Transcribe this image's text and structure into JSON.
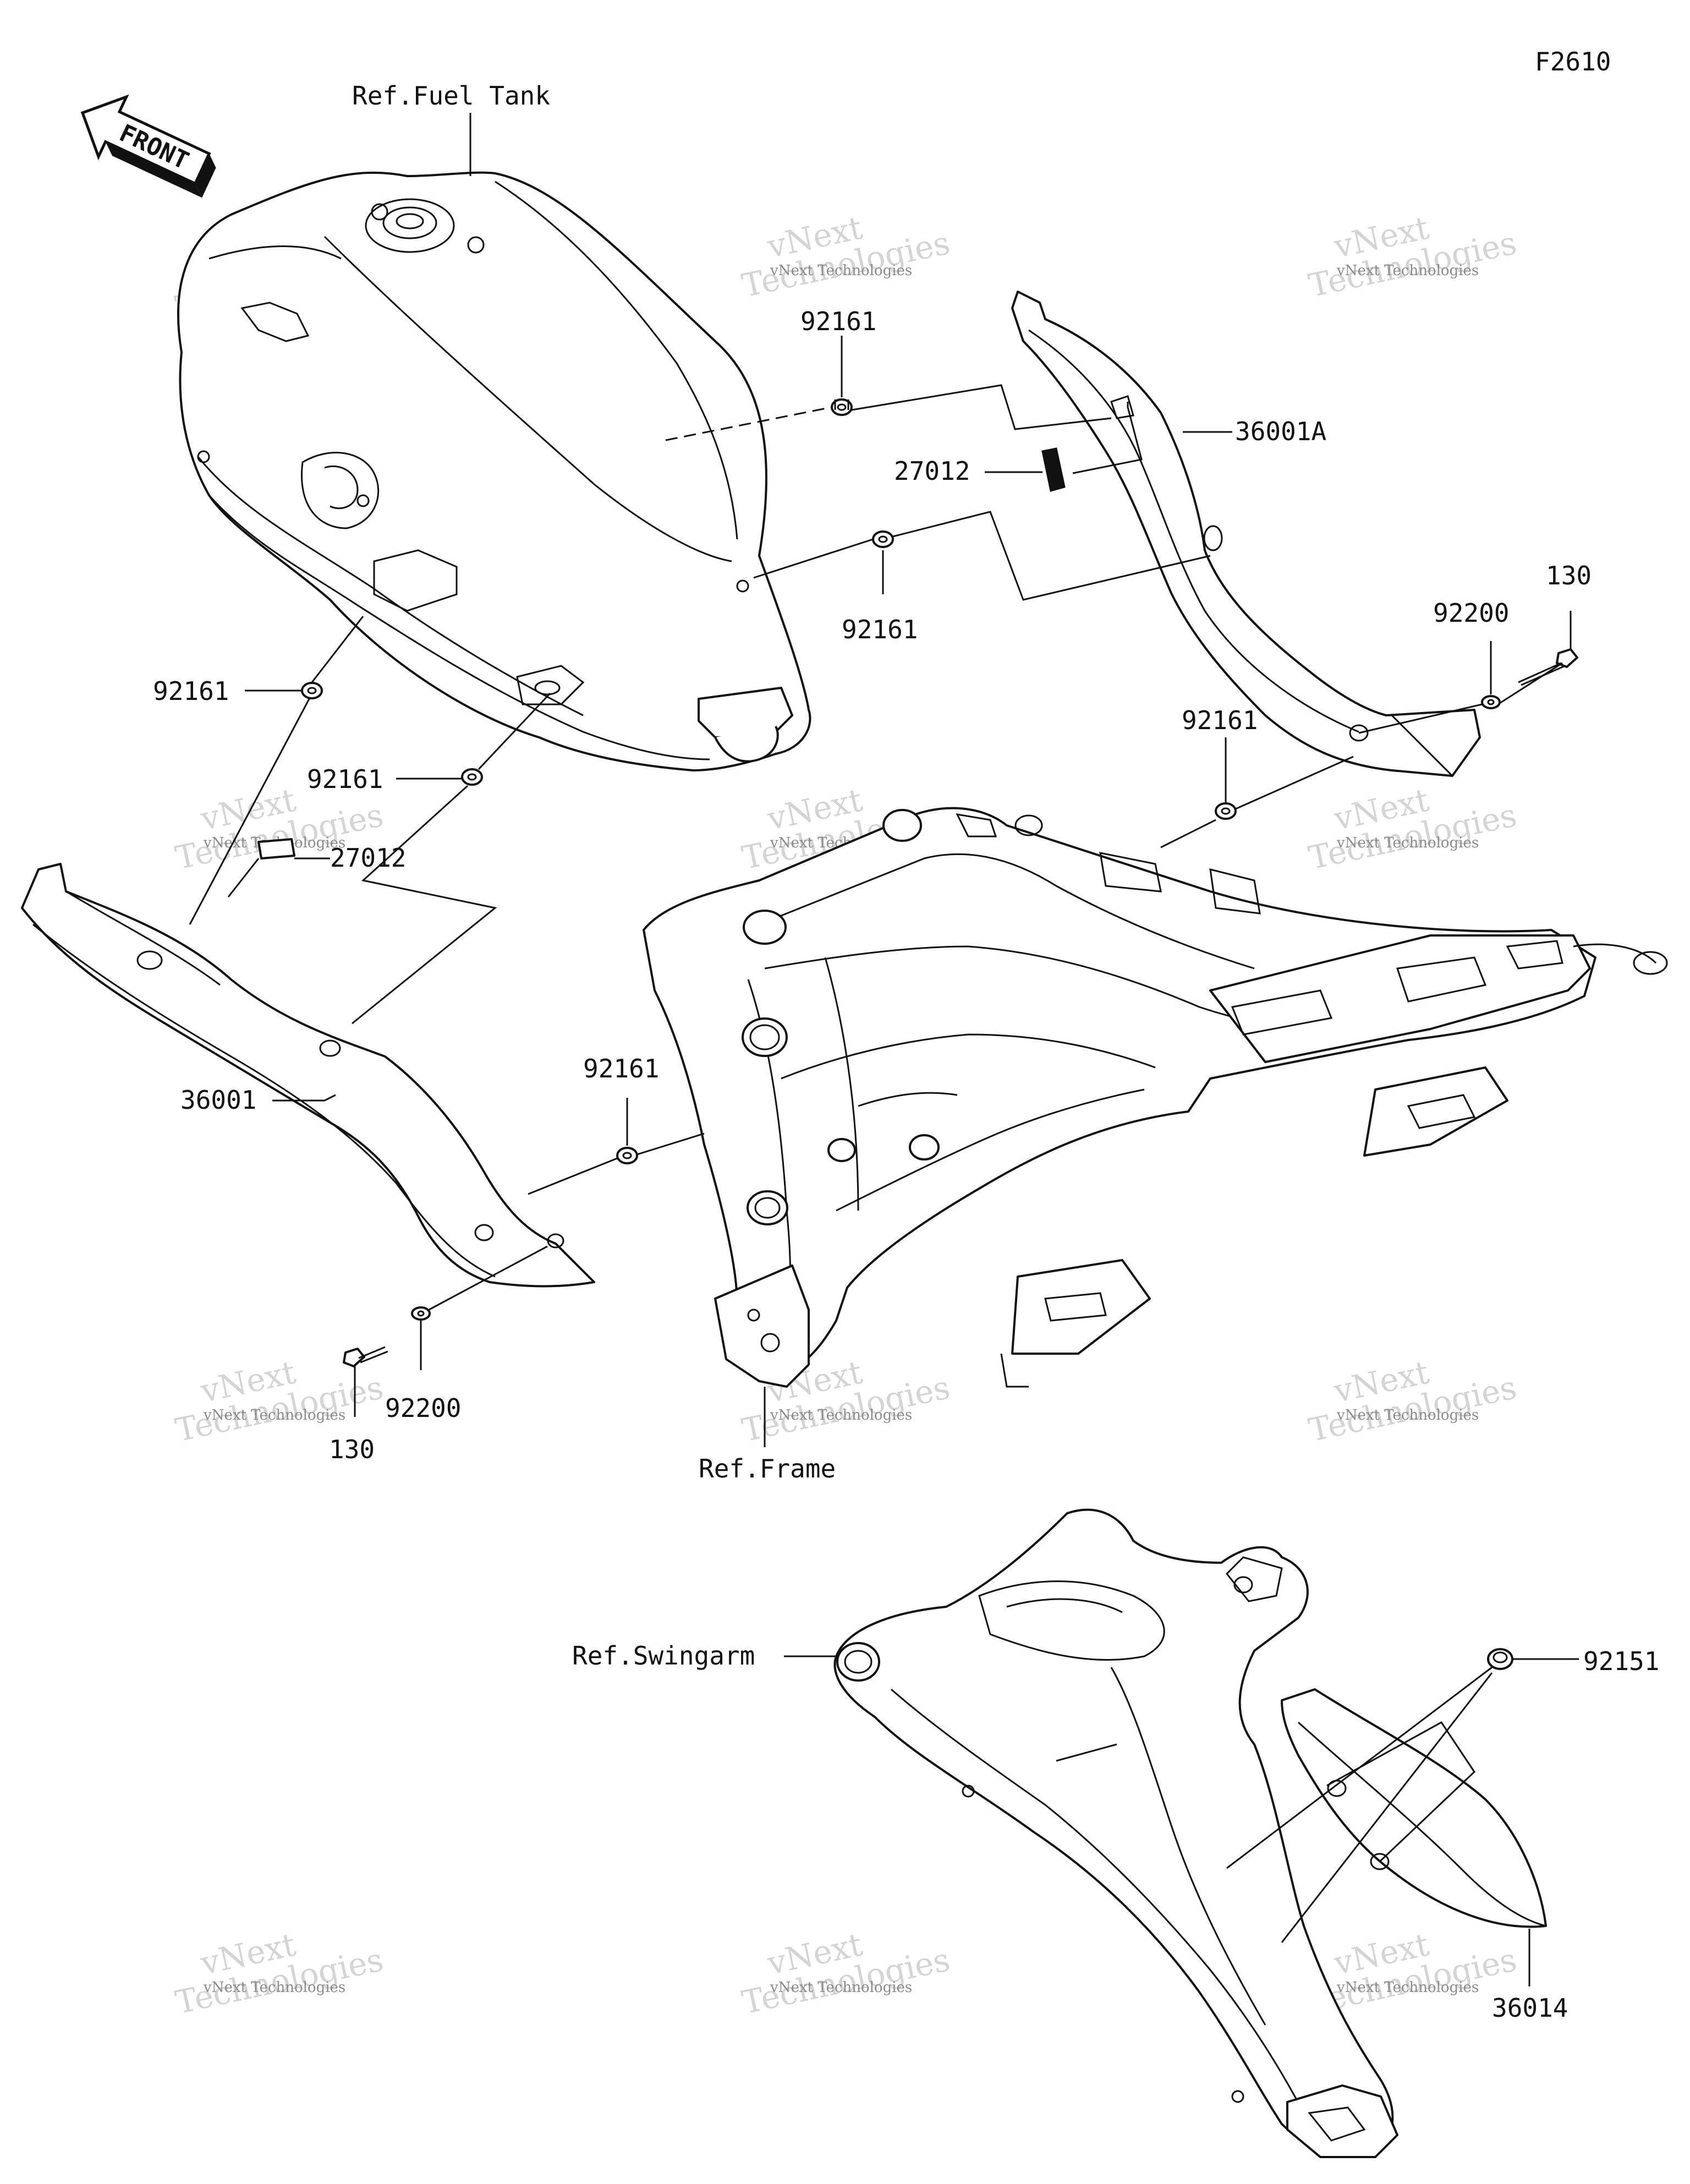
{
  "figure_id": "F2610",
  "front_label": "FRONT",
  "refs": {
    "fuel_tank": "Ref.Fuel Tank",
    "frame": "Ref.Frame",
    "swingarm": "Ref.Swingarm"
  },
  "parts": {
    "p92161_a": "92161",
    "p92161_b": "92161",
    "p92161_c": "92161",
    "p92161_d": "92161",
    "p92161_e": "92161",
    "p92161_f": "92161",
    "p27012_a": "27012",
    "p27012_b": "27012",
    "p36001A": "36001A",
    "p36001": "36001",
    "p92200_a": "92200",
    "p92200_b": "92200",
    "p130_a": "130",
    "p130_b": "130",
    "p92151": "92151",
    "p36014": "36014"
  },
  "watermark": {
    "line1": "vNext",
    "line2": "Technologies",
    "small": "vNext Technologies"
  }
}
